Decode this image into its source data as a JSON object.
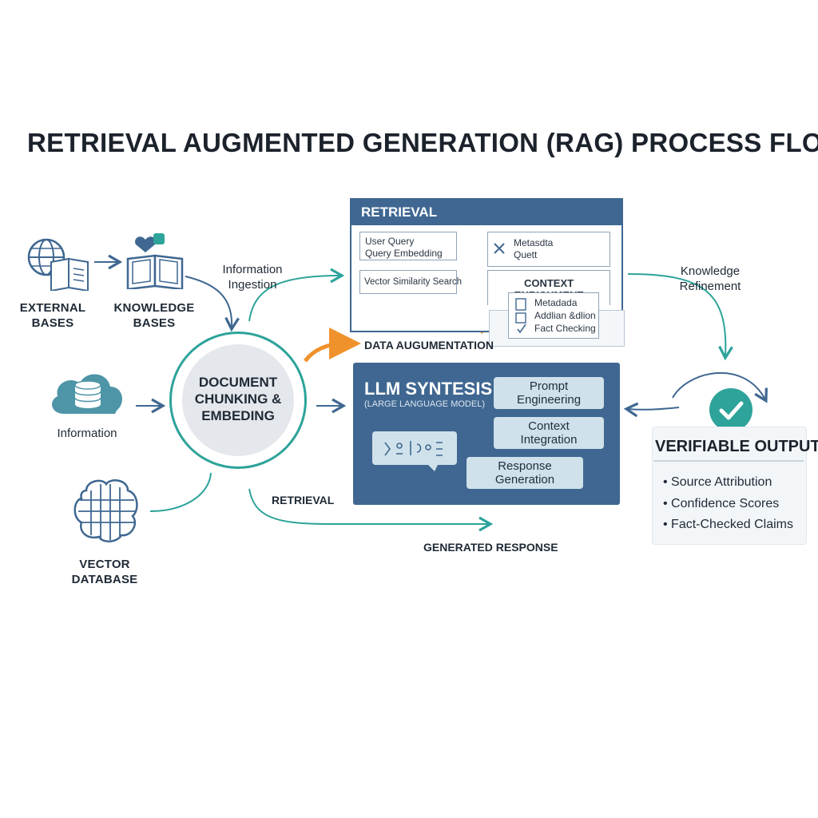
{
  "title": "RETRIEVAL AUGMENTED GENERATION (RAG) PROCESS FLOW",
  "sources": {
    "external_bases": [
      "EXTERNAL",
      "BASES"
    ],
    "knowledge_bases": [
      "KNOWLEDGE",
      "BASES"
    ],
    "information": "Information",
    "vector_database": [
      "VECTOR",
      "DATABASE"
    ]
  },
  "flow_labels": {
    "information_ingestion": [
      "Information",
      "Ingestion"
    ],
    "data_augumentation": "DATA AUGUMENTATION",
    "retrieval_bottom": "RETRIEVAL",
    "generated_response": "GENERATED RESPONSE",
    "knowledge_refinement": [
      "Knowledge",
      "Refinement"
    ]
  },
  "chunking": [
    "DOCUMENT",
    "CHUNKING &",
    "EMBEDING"
  ],
  "retrieval_panel": {
    "title": "RETRIEVAL",
    "user_query": [
      "User Query",
      "Query Embedding"
    ],
    "vector_search": "Vector Similarity Search",
    "metadata_box": [
      "Metasdta",
      "Quett"
    ],
    "context_enrichment": "CONTEXT ENRICHMENT",
    "sub_items": [
      "Metadada",
      "Addlian &dlion",
      "Fact Checking"
    ]
  },
  "llm_panel": {
    "title": "LLM SYNTESIS",
    "subtitle": "(LARGE LANGUAGE MODEL)",
    "prompt_engineering": [
      "Prompt",
      "Engineering"
    ],
    "context_integration": [
      "Context",
      "Integration"
    ],
    "response_generation": [
      "Response",
      "Generation"
    ]
  },
  "verifiable_outputs": {
    "title": "VERIFIABLE OUTPUTS",
    "items": [
      "Source Attribution",
      "Confidence Scores",
      "Fact-Checked Claims"
    ]
  },
  "colors": {
    "navy": "#3f6791",
    "teal": "#2da39a",
    "orange": "#f0922b",
    "light_blue": "#cfe1ea"
  }
}
